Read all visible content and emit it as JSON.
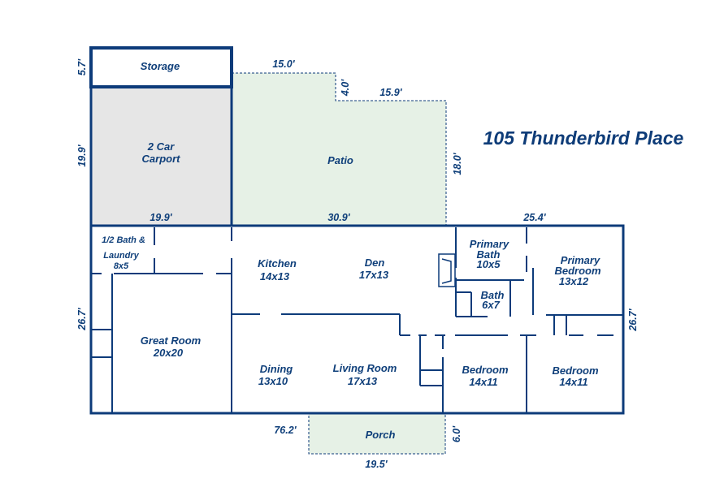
{
  "title": "105 Thunderbird Place",
  "colors": {
    "wall": "#0d3b7a",
    "outdoor_fill": "#e6f1e6",
    "carport_fill": "#e6e6e6",
    "text": "#0f3f7a"
  },
  "rooms": {
    "storage": "Storage",
    "carport_1": "2 Car",
    "carport_2": "Carport",
    "patio": "Patio",
    "half_bath_1": "1/2 Bath &",
    "half_bath_2": "Laundry",
    "half_bath_3": "8x5",
    "kitchen_1": "Kitchen",
    "kitchen_2": "14x13",
    "den_1": "Den",
    "den_2": "17x13",
    "primary_bath_1": "Primary",
    "primary_bath_2": "Bath",
    "primary_bath_3": "10x5",
    "primary_bedroom_1": "Primary",
    "primary_bedroom_2": "Bedroom",
    "primary_bedroom_3": "13x12",
    "bath_1": "Bath",
    "bath_2": "6x7",
    "great_room_1": "Great Room",
    "great_room_2": "20x20",
    "dining_1": "Dining",
    "dining_2": "13x10",
    "living_room_1": "Living Room",
    "living_room_2": "17x13",
    "bedroom_a_1": "Bedroom",
    "bedroom_a_2": "14x11",
    "bedroom_b_1": "Bedroom",
    "bedroom_b_2": "14x11",
    "porch": "Porch"
  },
  "dimensions": {
    "storage_height": "5.7'",
    "carport_height": "19.9'",
    "patio_top": "15.0'",
    "patio_step": "4.0'",
    "patio_top_right": "15.9'",
    "patio_right": "18.0'",
    "carport_width": "19.9'",
    "patio_width": "30.9'",
    "house_right_top": "25.4'",
    "house_left": "26.7'",
    "house_right": "26.7'",
    "house_width": "76.2'",
    "porch_depth": "6.0'",
    "porch_width": "19.5'"
  }
}
